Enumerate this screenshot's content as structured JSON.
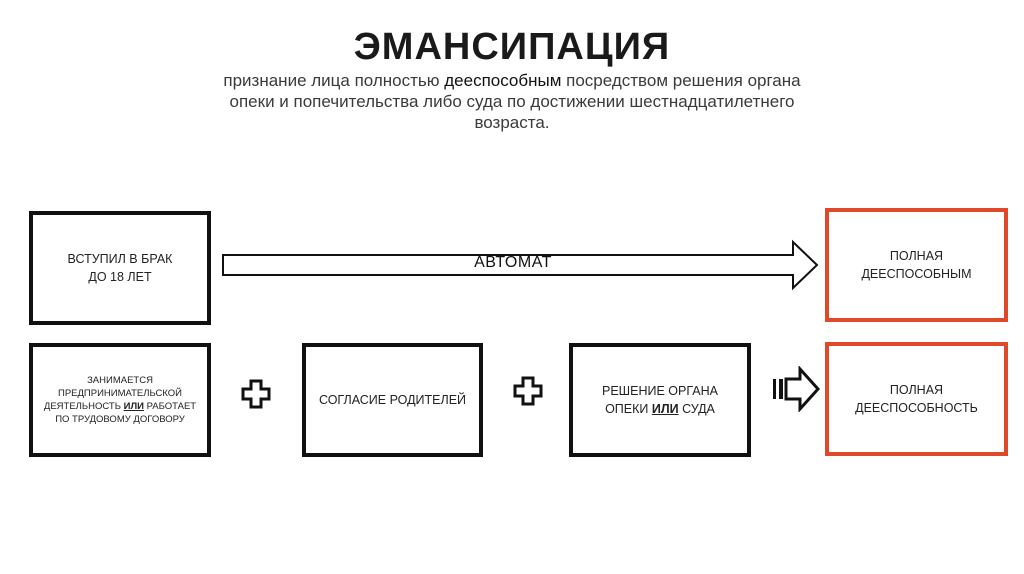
{
  "title": "ЭМАНСИПАЦИЯ",
  "definition": {
    "part1": "признание лица полностью ",
    "bold_word": "дееспособным",
    "part2": " посредством решения органа опеки и попечительства либо суда по достижении шестнадцатилетнего возраста."
  },
  "row1": {
    "condition": {
      "line1": "ВСТУПИЛ В БРАК",
      "line2": "ДО 18 ЛЕТ"
    },
    "arrow_label": "АВТОМАТ",
    "result": {
      "line1": "ПОЛНАЯ",
      "line2": "ДЕЕСПОСОБНЫМ"
    }
  },
  "row2": {
    "condition": {
      "line1": "ЗАНИМАЕТСЯ",
      "line2": "ПРЕДПРИНИМАТЕЛЬСКОЙ",
      "line3a": "ДЕЯТЕЛЬНОСТЬ ",
      "line3_or": "ИЛИ",
      "line3b": " РАБОТАЕТ",
      "line4": "ПО ТРУДОВОМУ ДОГОВОРУ"
    },
    "consent": "СОГЛАСИЕ РОДИТЕЛЕЙ",
    "decision": {
      "line1": "РЕШЕНИЕ ОРГАНА",
      "line2a": "ОПЕКИ ",
      "line2_or": "ИЛИ",
      "line2b": " СУДА"
    },
    "result": {
      "line1": "ПОЛНАЯ",
      "line2": "ДЕЕСПОСОБНОСТЬ"
    }
  },
  "colors": {
    "result_border": "#e0482a",
    "box_border": "#111111"
  },
  "icons": [
    "plus-icon",
    "plus-icon",
    "arrow-right-icon",
    "arrow-right-icon"
  ]
}
